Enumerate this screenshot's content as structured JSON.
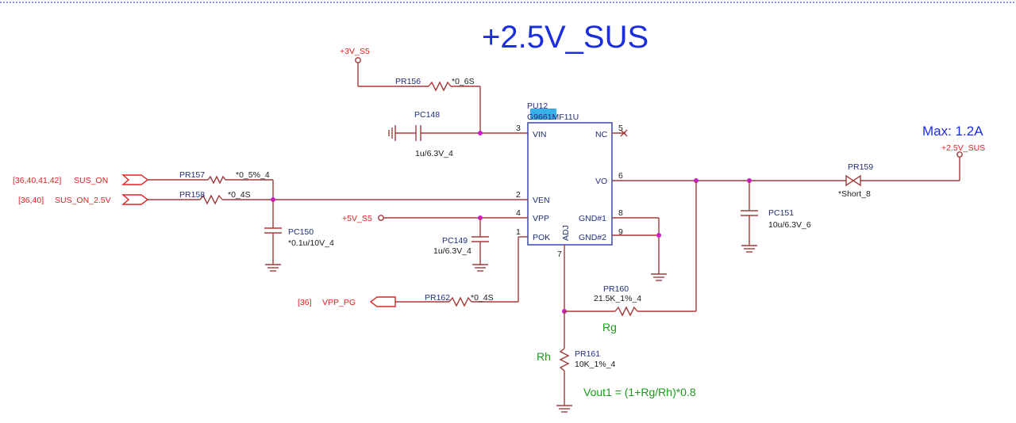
{
  "title": "+2.5V_SUS",
  "max_current": "Max: 1.2A",
  "formula": "Vout1 = (1+Rg/Rh)*0.8",
  "ic": {
    "ref": "PU12",
    "part": "G9661MF11U",
    "pins": {
      "vin": "VIN",
      "nc": "NC",
      "ven": "VEN",
      "vo": "VO",
      "vpp": "VPP",
      "gnd1": "GND#1",
      "pok": "POK",
      "gnd2": "GND#2",
      "adj": "ADJ"
    },
    "pin_numbers": {
      "vin": "3",
      "nc": "5",
      "ven": "2",
      "vo": "6",
      "vpp": "4",
      "gnd1": "8",
      "pok": "1",
      "gnd2": "9",
      "adj": "7"
    }
  },
  "nets": {
    "v3_s5": "+3V_S5",
    "v5_s5": "+5V_S5",
    "v25_sus": "+2.5V_SUS",
    "sus_on": "SUS_ON",
    "sus_on_25": "SUS_ON_2.5V",
    "vpp_pg": "VPP_PG"
  },
  "refs": {
    "sus_on": "[36,40,41,42]",
    "sus_on_25": "[36,40]",
    "vpp_pg": "[36]"
  },
  "components": {
    "pr156": {
      "ref": "PR156",
      "value": "*0_6S"
    },
    "pc148": {
      "ref": "PC148",
      "value": "1u/6.3V_4"
    },
    "pr157": {
      "ref": "PR157",
      "value": "*0_5%_4"
    },
    "pr158": {
      "ref": "PR158",
      "value": "*0_4S"
    },
    "pc150": {
      "ref": "PC150",
      "value": "*0.1u/10V_4"
    },
    "pc149": {
      "ref": "PC149",
      "value": "1u/6.3V_4"
    },
    "pr162": {
      "ref": "PR162",
      "value": "*0_4S"
    },
    "pr160": {
      "ref": "PR160",
      "value": "21.5K_1%_4"
    },
    "pr161": {
      "ref": "PR161",
      "value": "10K_1%_4"
    },
    "pc151": {
      "ref": "PC151",
      "value": "10u/6.3V_6"
    },
    "pr159": {
      "ref": "PR159",
      "value": "*Short_8"
    }
  },
  "resistor_names": {
    "rg": "Rg",
    "rh": "Rh"
  },
  "colors": {
    "wire": "#a33a3a",
    "junction": "#d11ad1",
    "ic_outline": "#2a3aa8",
    "ic_label_highlight": "#3ab0e8",
    "net_label": "#dd2222",
    "title": "#1a2ee0",
    "annotation": "#1a9a1a"
  }
}
